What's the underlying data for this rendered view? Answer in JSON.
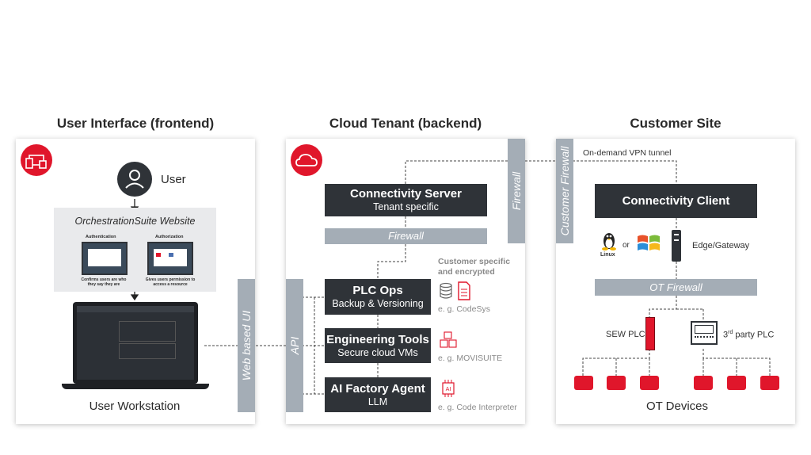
{
  "columns": {
    "frontend": "User Interface (frontend)",
    "backend": "Cloud Tenant (backend)",
    "customer": "Customer Site"
  },
  "frontend": {
    "user_label": "User",
    "website_title": "OrchestrationSuite Website",
    "auth_title": "Authentication",
    "auth_caption": "Confirms users are who they say they are",
    "authz_title": "Authorization",
    "authz_caption": "Gives users permission to access a resource",
    "workstation_label": "User Workstation",
    "web_ui_label": "Web based UI"
  },
  "backend": {
    "api_label": "API",
    "firewall_vertical": "Firewall",
    "firewall_horizontal": "Firewall",
    "connectivity_server": {
      "title": "Connectivity Server",
      "subtitle": "Tenant specific"
    },
    "plc_ops": {
      "title": "PLC Ops",
      "subtitle": "Backup & Versioning"
    },
    "engineering_tools": {
      "title": "Engineering Tools",
      "subtitle": "Secure cloud VMs"
    },
    "ai_factory_agent": {
      "title": "AI Factory Agent",
      "subtitle": "LLM"
    },
    "customer_specific_note": "Customer specific and encrypted",
    "examples": [
      "e. g. CodeSys",
      "e. g. MOVISUITE",
      "e. g. Code Interpreter"
    ]
  },
  "customer": {
    "customer_firewall": "Customer Firewall",
    "vpn_label": "On-demand VPN tunnel",
    "connectivity_client": "Connectivity Client",
    "linux_label": "Linux",
    "or_label": "or",
    "edge_gateway": "Edge/Gateway",
    "ot_firewall": "OT Firewall",
    "sew_plc": "SEW PLC",
    "third_party_prefix": "3",
    "third_party_sup": "rd",
    "third_party_suffix": " party PLC",
    "ot_devices": "OT Devices"
  },
  "colors": {
    "accent_red": "#e0162b",
    "dark_box": "#2f3338",
    "firewall_grey": "#a4adb6"
  }
}
